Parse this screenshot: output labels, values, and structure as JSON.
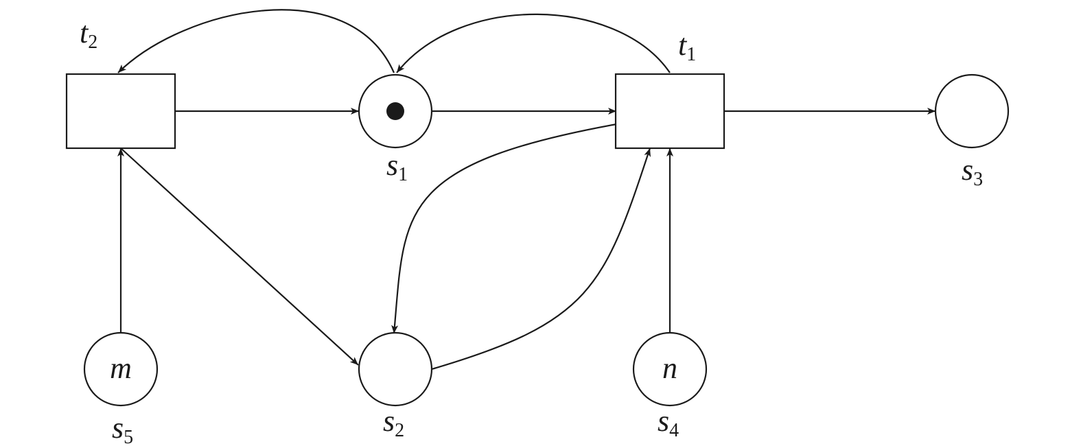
{
  "transitions": [
    {
      "id": "t2",
      "letter": "t",
      "sub": "2"
    },
    {
      "id": "t1",
      "letter": "t",
      "sub": "1"
    }
  ],
  "places": [
    {
      "id": "s1",
      "letter": "s",
      "sub": "1",
      "tokens": 1,
      "inner": ""
    },
    {
      "id": "s2",
      "letter": "s",
      "sub": "2",
      "tokens": 0,
      "inner": ""
    },
    {
      "id": "s3",
      "letter": "s",
      "sub": "3",
      "tokens": 0,
      "inner": ""
    },
    {
      "id": "s4",
      "letter": "s",
      "sub": "4",
      "tokens": 0,
      "inner": "n"
    },
    {
      "id": "s5",
      "letter": "s",
      "sub": "5",
      "tokens": 0,
      "inner": "m"
    }
  ],
  "arcs": [
    {
      "from": "t2",
      "to": "s1"
    },
    {
      "from": "s1",
      "to": "t1"
    },
    {
      "from": "t1",
      "to": "s3"
    },
    {
      "from": "s1",
      "to": "t2"
    },
    {
      "from": "t1",
      "to": "s1"
    },
    {
      "from": "t2",
      "to": "s2"
    },
    {
      "from": "s5",
      "to": "t2"
    },
    {
      "from": "t1",
      "to": "s2"
    },
    {
      "from": "s2",
      "to": "t1"
    },
    {
      "from": "s4",
      "to": "t1"
    }
  ],
  "colors": {
    "stroke": "#1a1a1a",
    "background": "#ffffff"
  }
}
